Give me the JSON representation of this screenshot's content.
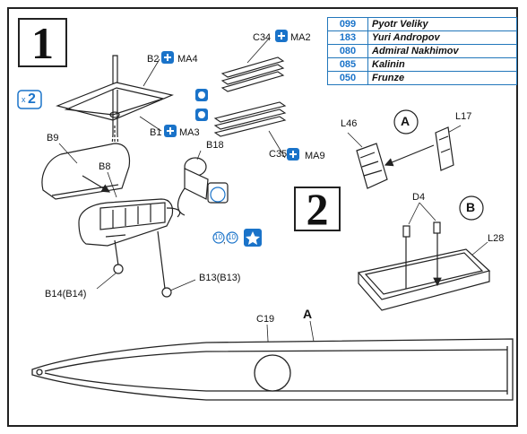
{
  "steps": {
    "one": "1",
    "two": "2"
  },
  "ships": [
    {
      "number": "099",
      "name": "Pyotr Veliky"
    },
    {
      "number": "183",
      "name": "Yuri Andropov"
    },
    {
      "number": "080",
      "name": "Admiral Nakhimov"
    },
    {
      "number": "085",
      "name": "Kalinin"
    },
    {
      "number": "050",
      "name": "Frunze"
    }
  ],
  "parts": {
    "b2": "B2",
    "ma4": "MA4",
    "c34": "C34",
    "ma2": "MA2",
    "b1": "B1",
    "ma3": "MA3",
    "b9": "B9",
    "b18": "B18",
    "b8": "B8",
    "c35": "C35",
    "ma9": "MA9",
    "b13": "B13(B13)",
    "b14": "B14(B14)",
    "l46": "L46",
    "l17": "L17",
    "d4": "D4",
    "l28": "L28",
    "c19": "C19",
    "a_part": "A"
  },
  "callouts": {
    "a": "A",
    "b": "B",
    "x2": "x",
    "x2_count": "2"
  },
  "decals": {
    "d10a": "10",
    "d10b": "10",
    "comma": ","
  },
  "colors": {
    "accent": "#1a73c9",
    "line": "#222222"
  }
}
